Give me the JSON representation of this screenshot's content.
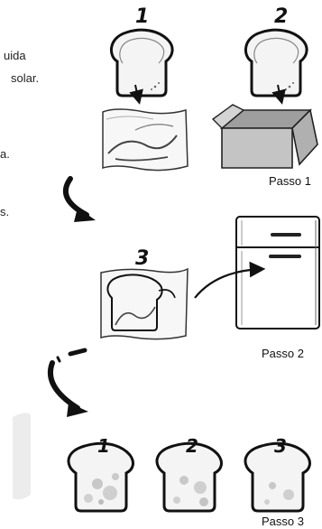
{
  "left_text_fragments": [
    "uida",
    "solar.",
    "a.",
    "s."
  ],
  "step_numbers": {
    "top_left": "1",
    "top_right": "2",
    "middle_bag": "3",
    "bottom_1": "1",
    "bottom_2": "2",
    "bottom_3": "3"
  },
  "captions": {
    "step1": "Passo 1",
    "step2": "Passo 2",
    "step3": "Passo 3"
  },
  "colors": {
    "ink": "#1a1a1a",
    "bread_fill": "#f4f4f4",
    "mold": "#cfcfcf",
    "box_fill": "#bdbdbd",
    "fridge_fill": "#ffffff"
  }
}
